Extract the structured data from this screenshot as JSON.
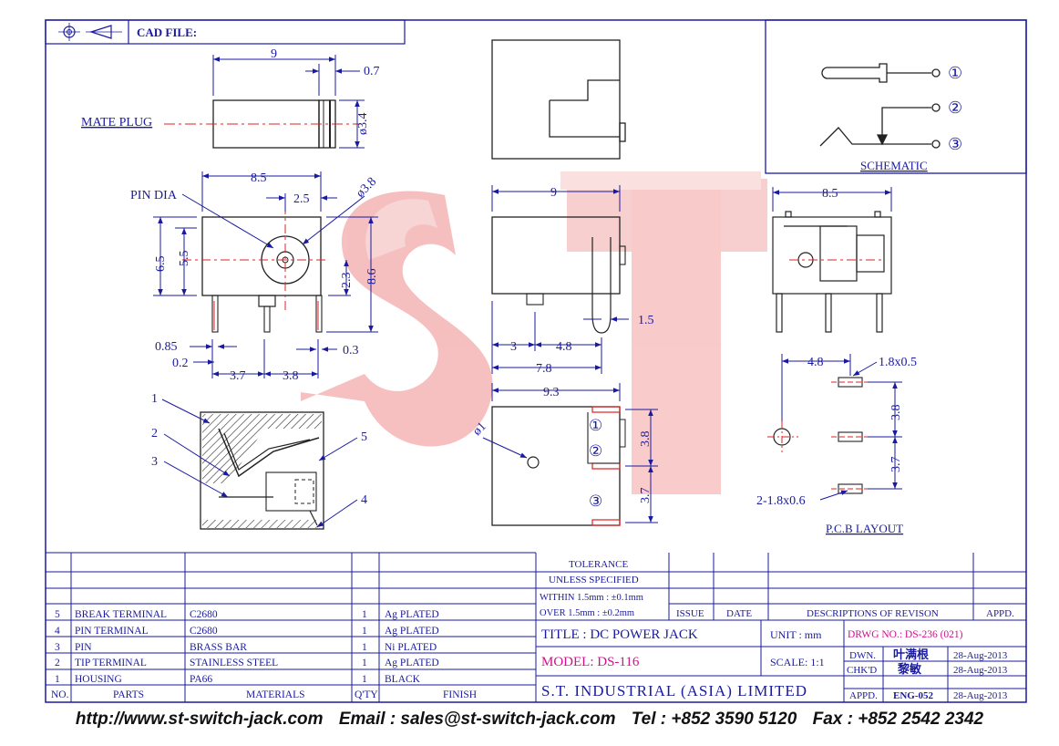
{
  "header": {
    "cad_file": "CAD FILE:"
  },
  "mate_plug": {
    "label": "MATE PLUG",
    "len": "9",
    "tip": "0.7",
    "dia": "ø3.4"
  },
  "top_view": {
    "pin_dia": "PIN DIA",
    "w85": "8.5",
    "w25": "2.5",
    "d38": "ø3.8",
    "h65": "6.5",
    "h55": "5.5",
    "h23": "2.3",
    "h86": "8.6",
    "p085": "0.85",
    "p02": "0.2",
    "p03": "0.3",
    "p37": "3.7",
    "p38": "3.8"
  },
  "front_view": {
    "w9": "9",
    "p15": "1.5",
    "d3": "3",
    "d48": "4.8",
    "d78": "7.8"
  },
  "right_view": {
    "w85": "8.5"
  },
  "bottom_view": {
    "w93": "9.3",
    "phi1": "ø1",
    "c1": "①",
    "c2": "②",
    "c3": "③",
    "v38": "3.8",
    "v37": "3.7"
  },
  "section": {
    "n1": "1",
    "n2": "2",
    "n3": "3",
    "n4": "4",
    "n5": "5"
  },
  "schematic": {
    "title": "SCHEMATIC",
    "c1": "①",
    "c2": "②",
    "c3": "③"
  },
  "pcb": {
    "title": "P.C.B LAYOUT",
    "d48": "4.8",
    "slot": "1.8x0.5",
    "v38": "3.8",
    "v37": "3.7",
    "hole": "2-1.8x0.6"
  },
  "watermark": {
    "text": "ST"
  },
  "bom": {
    "headers": {
      "no": "NO.",
      "parts": "PARTS",
      "materials": "MATERIALS",
      "qty": "Q'TY",
      "finish": "FINISH"
    },
    "rows": [
      {
        "no": "5",
        "part": "BREAK TERMINAL",
        "mat": "C2680",
        "qty": "1",
        "finish": "Ag PLATED"
      },
      {
        "no": "4",
        "part": "PIN TERMINAL",
        "mat": "C2680",
        "qty": "1",
        "finish": "Ag PLATED"
      },
      {
        "no": "3",
        "part": "PIN",
        "mat": "BRASS BAR",
        "qty": "1",
        "finish": "Ni PLATED"
      },
      {
        "no": "2",
        "part": "TIP TERMINAL",
        "mat": "STAINLESS STEEL",
        "qty": "1",
        "finish": "Ag PLATED"
      },
      {
        "no": "1",
        "part": "HOUSING",
        "mat": "PA66",
        "qty": "1",
        "finish": "BLACK"
      }
    ]
  },
  "title_block": {
    "tol1": "TOLERANCE",
    "tol2": "UNLESS SPECIFIED",
    "tol3": "WITHIN 1.5mm : ±0.1mm",
    "tol4": "OVER 1.5mm : ±0.2mm",
    "issue": "ISSUE",
    "date": "DATE",
    "desc": "DESCRIPTIONS OF REVISON",
    "appd": "APPD.",
    "title": "TITLE : DC POWER JACK",
    "unit": "UNIT : mm",
    "drwg": "DRWG NO.: DS-236 (021)",
    "model": "MODEL: DS-116",
    "scale": "SCALE: 1:1",
    "company": "S.T. INDUSTRIAL (ASIA) LIMITED",
    "dwn": "DWN.",
    "dwn_name": "叶满根",
    "dwn_date": "28-Aug-2013",
    "chkd": "CHK'D",
    "chkd_name": "黎敏",
    "chkd_date": "28-Aug-2013",
    "appd2": "APPD.",
    "appd_name": "ENG-052",
    "appd_date": "28-Aug-2013"
  },
  "footer": {
    "url": "http://www.st-switch-jack.com",
    "email": "Email : sales@st-switch-jack.com",
    "tel": "Tel : +852 3590 5120",
    "fax": "Fax : +852 2542 2342"
  }
}
